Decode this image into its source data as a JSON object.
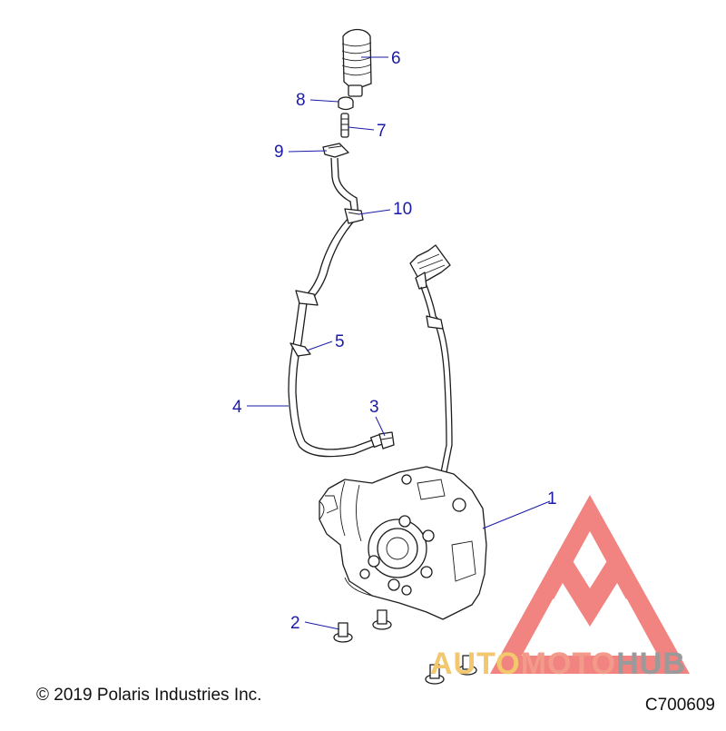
{
  "callouts": [
    "1",
    "2",
    "3",
    "4",
    "5",
    "6",
    "7",
    "8",
    "9",
    "10"
  ],
  "copyright": "© 2019 Polaris Industries Inc.",
  "part_number": "C700609",
  "watermark": {
    "part1": "AUTO",
    "part2": "MOTO",
    "part3": "HUB",
    "logo": "triangle-m-logo"
  },
  "colors": {
    "callout": "#1a1aa6",
    "watermark_red": "#e8746a",
    "watermark_gold": "#f3c76d",
    "watermark_grey": "#9a9a9a"
  }
}
